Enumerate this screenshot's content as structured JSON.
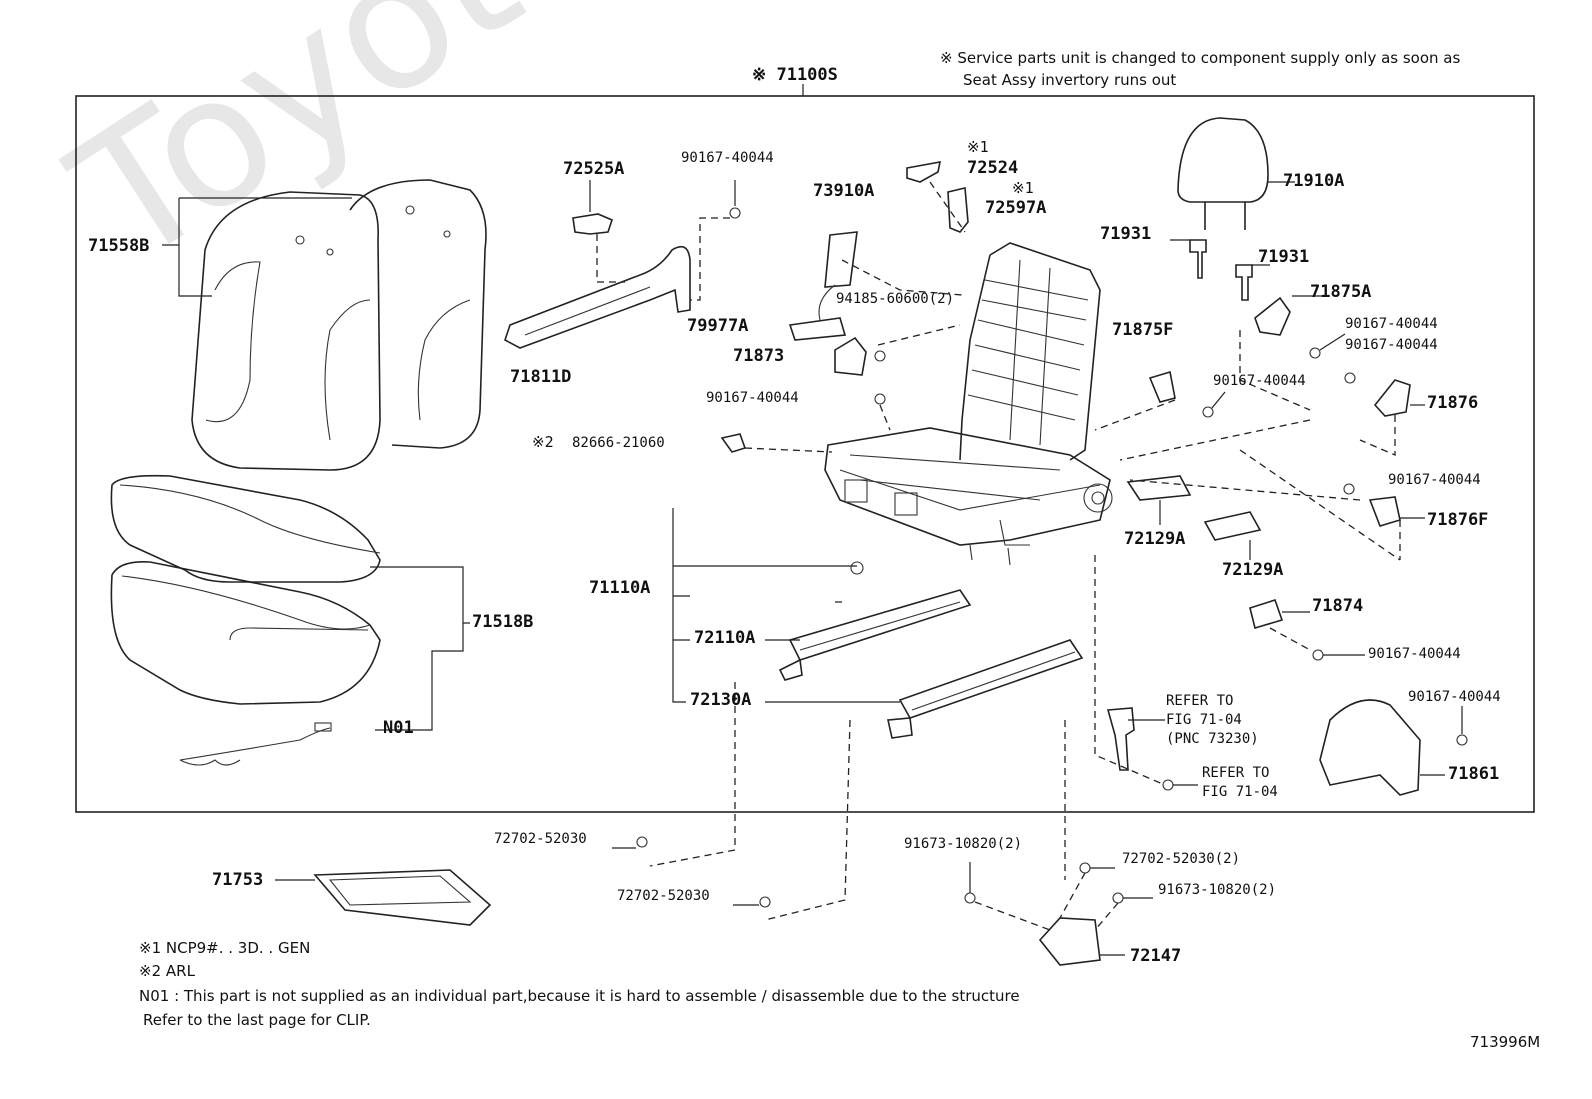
{
  "watermark": "ToyotaCamry.ru",
  "header_note": {
    "line1": "※ Service parts unit is changed to component supply only as soon as",
    "line2": "Seat Assy invertory runs out"
  },
  "assembly_label": "※ 71100S",
  "parts": {
    "p71558B": "71558B",
    "p72525A": "72525A",
    "p90167_a": "90167-40044",
    "p73910A": "73910A",
    "p72524_mark": "※1",
    "p72524": "72524",
    "p72597A_mark": "※1",
    "p72597A": "72597A",
    "p71910A": "71910A",
    "p71931_a": "71931",
    "p71931_b": "71931",
    "p71875A": "71875A",
    "p90167_b": "90167-40044",
    "p90167_c": "90167-40044",
    "p94185": "94185-60600(2)",
    "p79977A": "79977A",
    "p71811D": "71811D",
    "p71873": "71873",
    "p71875F": "71875F",
    "p90167_d": "90167-40044",
    "p90167_e": "90167-40044",
    "p71876": "71876",
    "p82666_mark": "※2",
    "p82666": "82666-21060",
    "p90167_f": "90167-40044",
    "p71876F": "71876F",
    "p72129A_a": "72129A",
    "p72129A_b": "72129A",
    "p71110A": "71110A",
    "p71518B": "71518B",
    "p72110A": "72110A",
    "p71874": "71874",
    "p90167_g": "90167-40044",
    "p72130A": "72130A",
    "p90167_h": "90167-40044",
    "p71861": "71861",
    "pN01": "N01",
    "p72702_a": "72702-52030",
    "p72702_b": "72702-52030",
    "p91673_a": "91673-10820(2)",
    "p72702_c": "72702-52030(2)",
    "p91673_b": "91673-10820(2)",
    "p71753": "71753",
    "p72147": "72147"
  },
  "refer_1": {
    "line1": "REFER TO",
    "line2": "FIG 71-04",
    "line3": "(PNC 73230)"
  },
  "refer_2": {
    "line1": "REFER TO",
    "line2": "FIG 71-04"
  },
  "footnotes": {
    "note1": "※1  NCP9#. . 3D. . GEN",
    "note2": "※2  ARL",
    "note3": "N01 : This part is not supplied as an individual part,because it is hard to assemble / disassemble due to the structure",
    "note4": "Refer to the last page for CLIP."
  },
  "figure_code": "713996M"
}
